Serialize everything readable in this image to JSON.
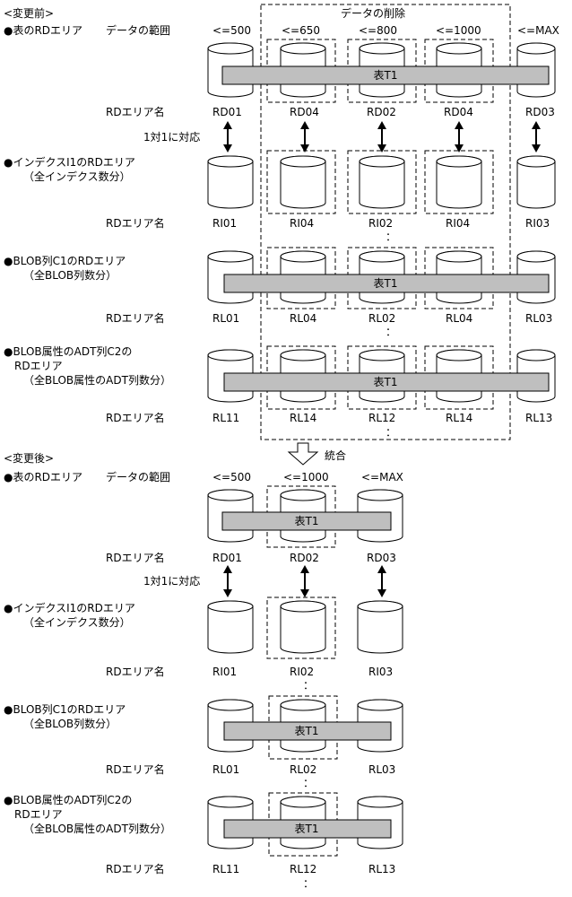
{
  "before": {
    "heading": "<変更前>",
    "delete_label": "データの削除",
    "table_area": {
      "title": "●表のRDエリア",
      "range_label": "データの範囲",
      "ranges": [
        "<=500",
        "<=650",
        "<=800",
        "<=1000",
        "<=MAX"
      ],
      "band_label": "表T1",
      "name_label": "RDエリア名",
      "names": [
        "RD01",
        "RD04",
        "RD02",
        "RD04",
        "RD03"
      ]
    },
    "mapping_label": "1対1に対応",
    "index_area": {
      "title_line1": "●インデクスI1のRDエリア",
      "title_line2": "（全インデクス数分）",
      "name_label": "RDエリア名",
      "names": [
        "RI01",
        "RI04",
        "RI02",
        "RI04",
        "RI03"
      ]
    },
    "blob_area": {
      "title_line1": "●BLOB列C1のRDエリア",
      "title_line2": "（全BLOB列数分）",
      "band_label": "表T1",
      "name_label": "RDエリア名",
      "names": [
        "RL01",
        "RL04",
        "RL02",
        "RL04",
        "RL03"
      ]
    },
    "adt_area": {
      "title_line1": "●BLOB属性のADT列C2の",
      "title_line2": "RDエリア",
      "title_line3": "（全BLOB属性のADT列数分）",
      "band_label": "表T1",
      "name_label": "RDエリア名",
      "names": [
        "RL11",
        "RL14",
        "RL12",
        "RL14",
        "RL13"
      ]
    }
  },
  "merge_label": "統合",
  "ellipsis": "：",
  "after": {
    "heading": "<変更後>",
    "table_area": {
      "title": "●表のRDエリア",
      "range_label": "データの範囲",
      "ranges": [
        "<=500",
        "<=1000",
        "<=MAX"
      ],
      "band_label": "表T1",
      "name_label": "RDエリア名",
      "names": [
        "RD01",
        "RD02",
        "RD03"
      ]
    },
    "mapping_label": "1対1に対応",
    "index_area": {
      "title_line1": "●インデクスI1のRDエリア",
      "title_line2": "（全インデクス数分）",
      "name_label": "RDエリア名",
      "names": [
        "RI01",
        "RI02",
        "RI03"
      ]
    },
    "blob_area": {
      "title_line1": "●BLOB列C1のRDエリア",
      "title_line2": "（全BLOB列数分）",
      "band_label": "表T1",
      "name_label": "RDエリア名",
      "names": [
        "RL01",
        "RL02",
        "RL03"
      ]
    },
    "adt_area": {
      "title_line1": "●BLOB属性のADT列C2の",
      "title_line2": "RDエリア",
      "title_line3": "（全BLOB属性のADT列数分）",
      "band_label": "表T1",
      "name_label": "RDエリア名",
      "names": [
        "RL11",
        "RL12",
        "RL13"
      ]
    }
  }
}
